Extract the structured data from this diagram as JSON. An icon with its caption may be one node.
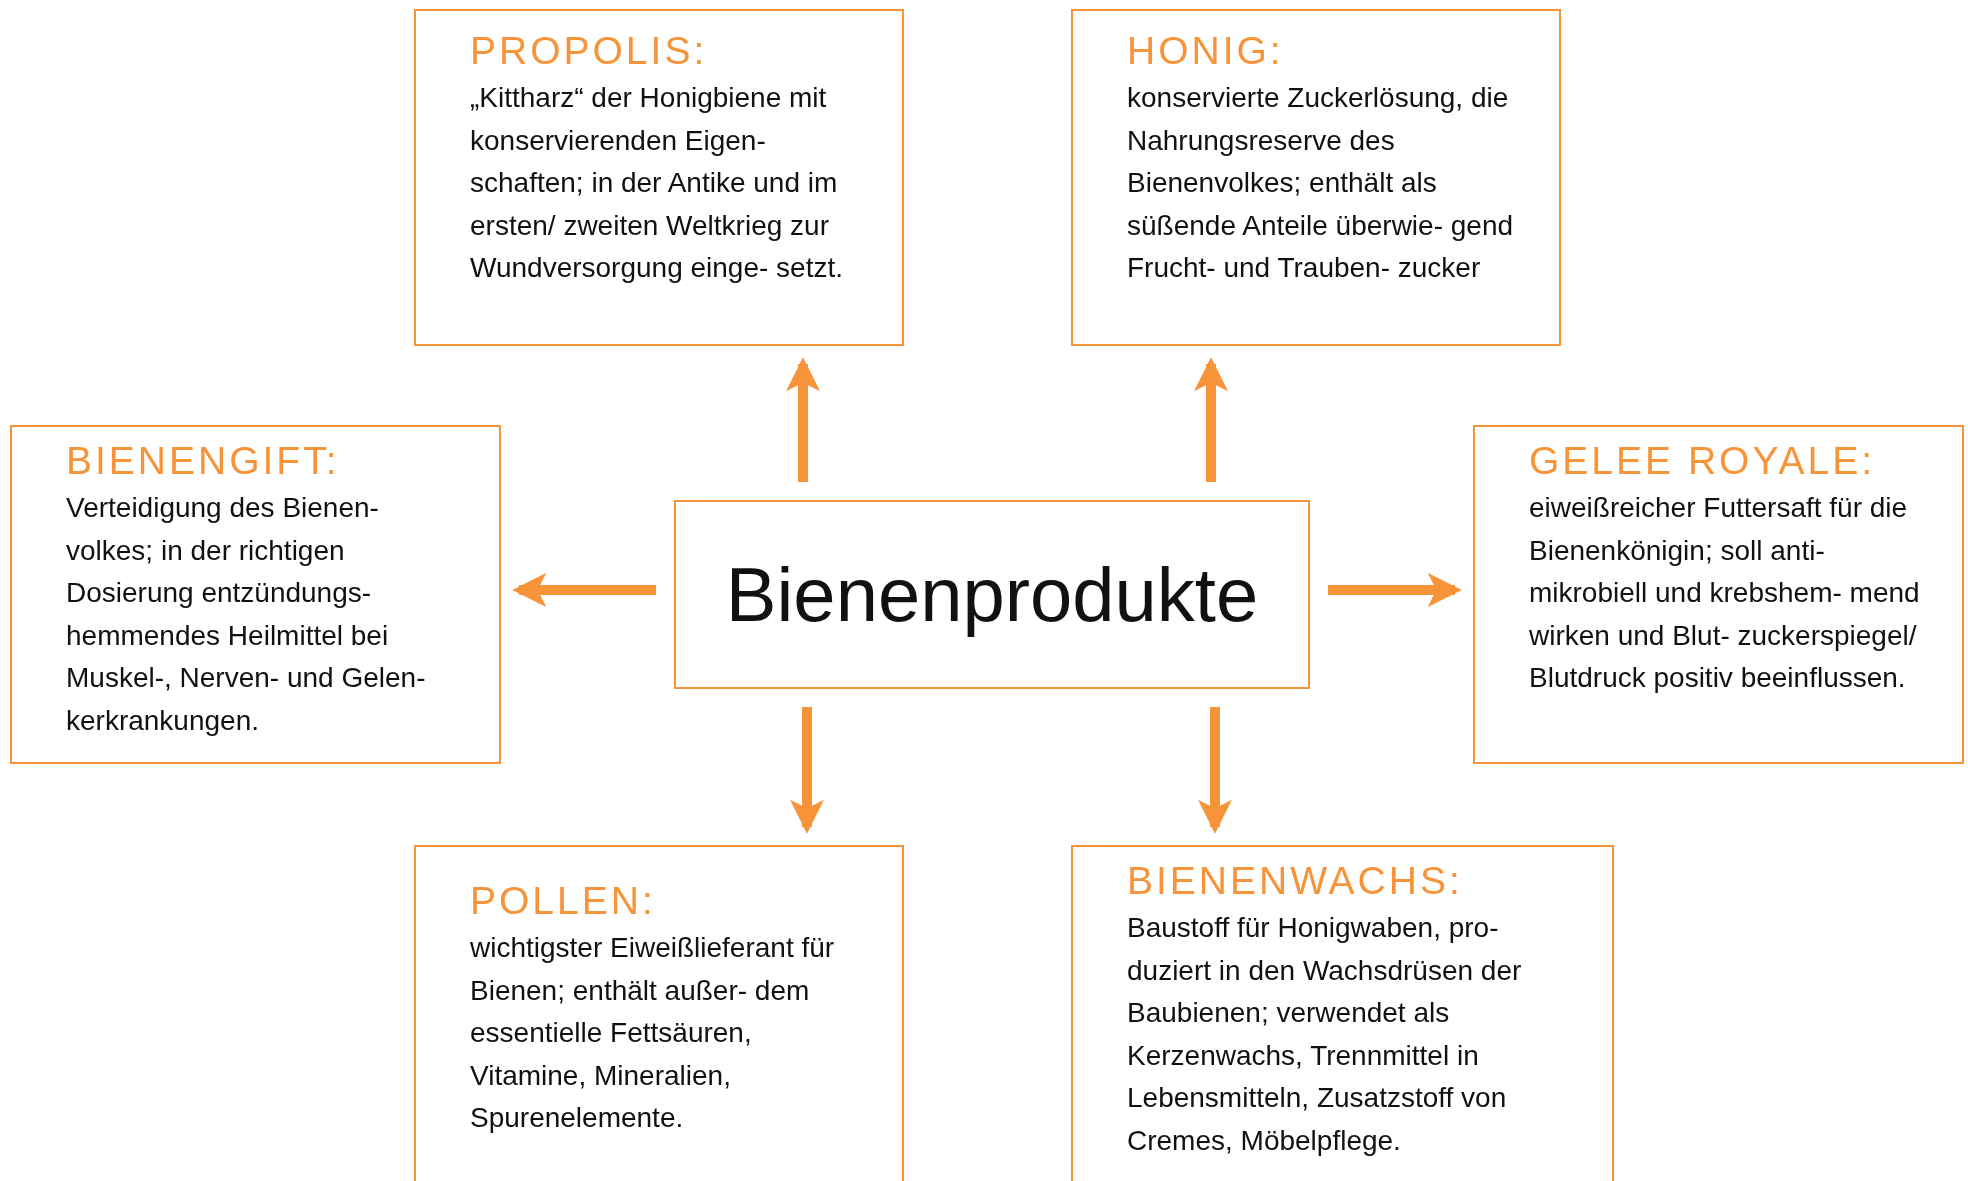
{
  "diagram": {
    "nodes": [
      {
        "text": [
          "PROPOLIS:",
          "„Kittharz“ der Honigbiene mit konservierenden Eigen- schaften; in der Antike und im ersten/ zweiten Weltkrieg zur Wundversorgung einge- setzt."
        ]
      },
      {
        "text": [
          "HONIG:",
          "konservierte Zuckerlösung, die Nahrungsreserve des Bienenvolkes; enthält als süßende Anteile überwie- gend Frucht- und Trauben- zucker"
        ]
      },
      {
        "text": [
          "BIENENGIFT:",
          "Verteidigung des Bienen- volkes; in der richtigen Dosierung entzündungs- hemmendes Heilmittel bei Muskel-, Nerven- und Gelen- kerkrankungen."
        ]
      },
      {
        "text": [
          "Bienenprodukte"
        ]
      },
      {
        "text": [
          "GELEE ROYALE:",
          "eiweißreicher Futtersaft für die Bienenkönigin; soll anti- mikrobiell und krebshem- mend wirken und Blut- zuckerspiegel/ Blutdruck positiv beeinflussen."
        ]
      },
      {
        "text": [
          "POLLEN:",
          "wichtigster Eiweißlieferant für Bienen; enthält außer- dem essentielle Fettsäuren, Vitamine, Mineralien, Spurenelemente."
        ]
      },
      {
        "text": [
          "BIENENWACHS:",
          "Baustoff für Honigwaben, pro- duziert in den Wachsdrüsen der Baubienen; verwendet als Kerzenwachs, Trennmittel in Lebensmitteln, Zusatzstoff von Cremes, Möbelpflege."
        ]
      }
    ],
    "edges": [
      {
        "from": 3,
        "to": 0,
        "arrow": "to"
      },
      {
        "from": 3,
        "to": 1,
        "arrow": "to"
      },
      {
        "from": 3,
        "to": 2,
        "arrow": "to"
      },
      {
        "from": 3,
        "to": 4,
        "arrow": "to"
      },
      {
        "from": 3,
        "to": 5,
        "arrow": "to"
      },
      {
        "from": 3,
        "to": 6,
        "arrow": "to"
      }
    ]
  }
}
